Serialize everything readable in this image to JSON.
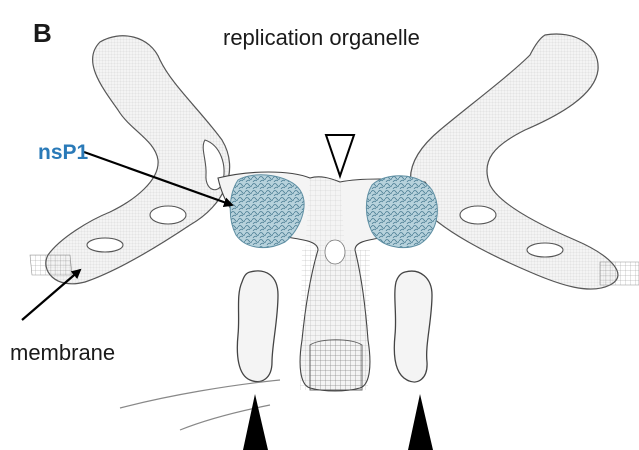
{
  "figure": {
    "panel_letter": "B",
    "title": "replication organelle",
    "labels": {
      "nsp1": "nsP1",
      "membrane": "membrane"
    }
  },
  "colors": {
    "nsp1_text": "#2a7ab8",
    "protein_density": "#8fb7c7",
    "mesh_lines": "#555555",
    "arrow": "#000000",
    "shell_fill": "#f4f4f4"
  },
  "icons": {
    "open_arrowhead": "open-triangle-down",
    "filled_arrowheads": "filled-triangle-up"
  }
}
